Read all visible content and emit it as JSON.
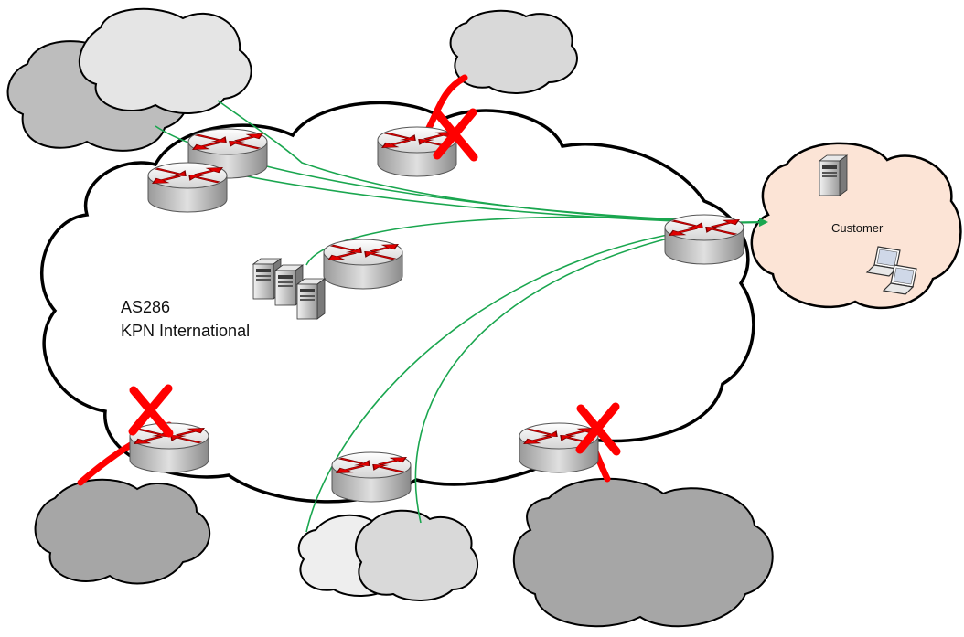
{
  "network": {
    "as_number": "AS286",
    "as_name": "KPN International"
  },
  "customer": {
    "label": "Customer"
  },
  "colors": {
    "network_cloud_fill": "#ffffff",
    "customer_cloud_fill": "#fce4d6",
    "light_cloud_fill": "#d9d9d9",
    "mid_cloud_fill": "#bdbdbd",
    "dark_cloud_fill": "#a6a6a6",
    "route_line": "#1aa64f",
    "failed_link": "#ff0000",
    "router_arrow": "#e00000"
  },
  "icons": {
    "router": "router-icon",
    "server": "server-icon",
    "laptop": "laptop-icon",
    "failure": "x-mark-icon"
  }
}
